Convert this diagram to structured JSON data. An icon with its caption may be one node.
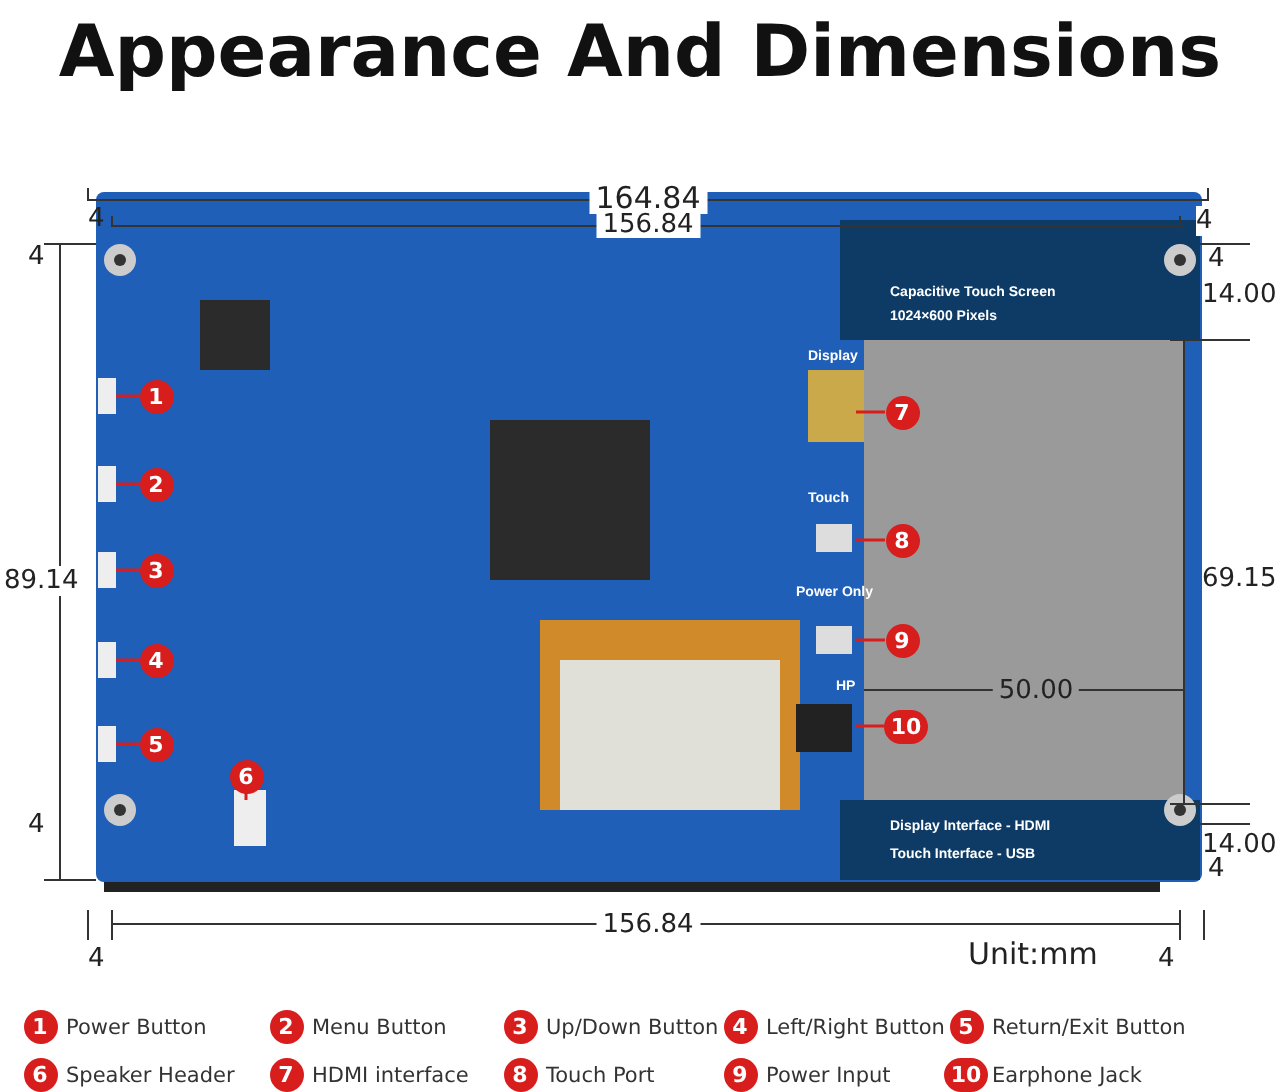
{
  "diagram": {
    "title": "Appearance And Dimensions",
    "nodes": [
      {
        "text": [
          "1"
        ]
      },
      {
        "text": [
          "2"
        ]
      },
      {
        "text": [
          "3"
        ]
      },
      {
        "text": [
          "4"
        ]
      },
      {
        "text": [
          "5"
        ]
      },
      {
        "text": [
          "6"
        ]
      },
      {
        "text": [
          "7"
        ]
      },
      {
        "text": [
          "8"
        ]
      },
      {
        "text": [
          "9"
        ]
      },
      {
        "text": [
          "10"
        ]
      },
      {
        "text": [
          "1"
        ]
      },
      {
        "text": [
          "2"
        ]
      },
      {
        "text": [
          "3"
        ]
      },
      {
        "text": [
          "4"
        ]
      },
      {
        "text": [
          "5"
        ]
      },
      {
        "text": [
          "6"
        ]
      },
      {
        "text": [
          "7"
        ]
      },
      {
        "text": [
          "8"
        ]
      },
      {
        "text": [
          "9"
        ]
      },
      {
        "text": [
          "10"
        ]
      }
    ],
    "edges": [
      {
        "from": 0,
        "to": null,
        "arrow": "none"
      },
      {
        "from": 1,
        "to": null,
        "arrow": "none"
      },
      {
        "from": 2,
        "to": null,
        "arrow": "none"
      },
      {
        "from": 3,
        "to": null,
        "arrow": "none"
      },
      {
        "from": 4,
        "to": null,
        "arrow": "none"
      },
      {
        "from": 5,
        "to": null,
        "arrow": "none"
      },
      {
        "from": 6,
        "to": null,
        "arrow": "none"
      },
      {
        "from": 7,
        "to": null,
        "arrow": "none"
      },
      {
        "from": 8,
        "to": null,
        "arrow": "none"
      },
      {
        "from": 9,
        "to": null,
        "arrow": "none"
      }
    ],
    "labels": [
      "164.84",
      "4",
      "156.84",
      "4",
      "4",
      "4",
      "14.00",
      "Capacitive Touch Screen",
      "1024×600 Pixels",
      "Display",
      "89.14",
      "Touch",
      "69.15",
      "Power Only",
      "HP",
      "50.00",
      "Display Interface - HDMI",
      "Touch Interface - USB",
      "14.00",
      "4",
      "4",
      "156.84",
      "4",
      "Unit:mm",
      "4"
    ],
    "legend": [
      {
        "text": "Power Button"
      },
      {
        "text": "Menu Button"
      },
      {
        "text": "Up/Down Button"
      },
      {
        "text": "Left/Right Button"
      },
      {
        "text": "Return/Exit Button"
      },
      {
        "text": "Speaker Header"
      },
      {
        "text": "HDMI interface"
      },
      {
        "text": "Touch Port"
      },
      {
        "text": "Power Input"
      },
      {
        "text": "Earphone Jack"
      }
    ]
  }
}
